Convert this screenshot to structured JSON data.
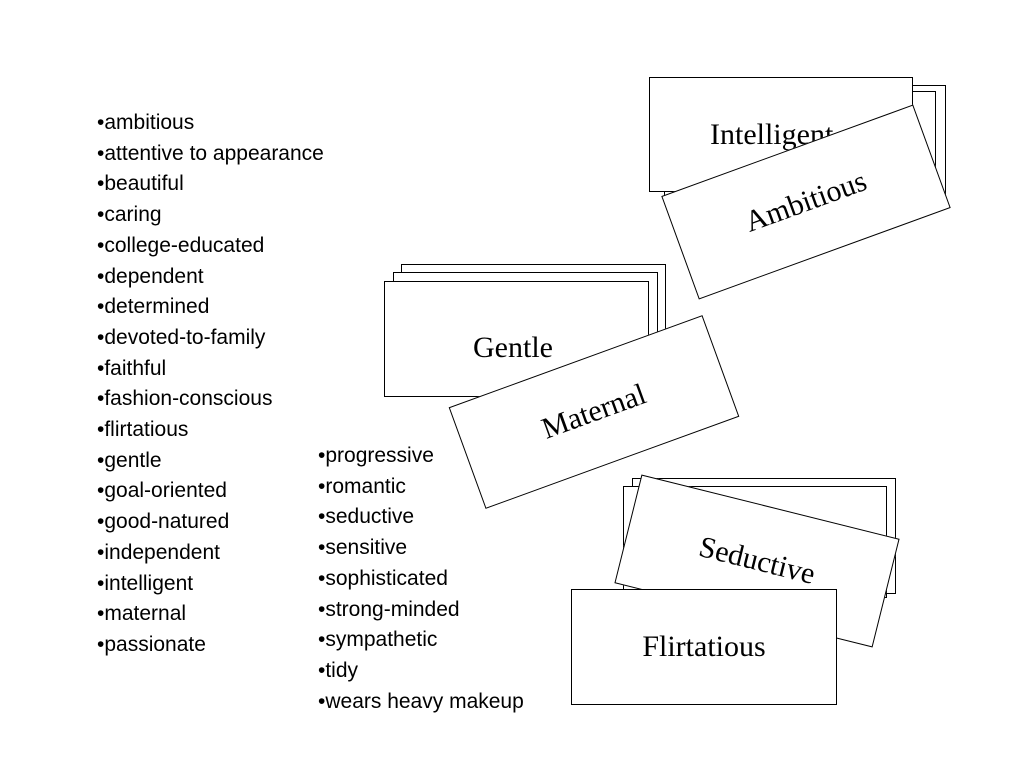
{
  "word_list_left": [
    "•ambitious",
    "•attentive to appearance",
    "•beautiful",
    "•caring",
    "•college-educated",
    "•dependent",
    "•determined",
    "•devoted-to-family",
    "•faithful",
    "•fashion-conscious",
    "•flirtatious",
    "•gentle",
    "•goal-oriented",
    "•good-natured",
    "•independent",
    "•intelligent",
    "•maternal",
    "•passionate"
  ],
  "word_list_right": [
    "•progressive",
    "•romantic",
    "•seductive",
    "•sensitive",
    "•sophisticated",
    "•strong-minded",
    "•sympathetic",
    "•tidy",
    "•wears heavy makeup"
  ],
  "cards": {
    "intelligent": "Intelligent",
    "ambitious": "Ambitious",
    "gentle": "Gentle",
    "maternal": "Maternal",
    "seductive": "Seductive",
    "flirtatious": "Flirtatious"
  },
  "colors": {
    "background": "#ffffff",
    "text": "#000000",
    "card_border": "#000000"
  }
}
